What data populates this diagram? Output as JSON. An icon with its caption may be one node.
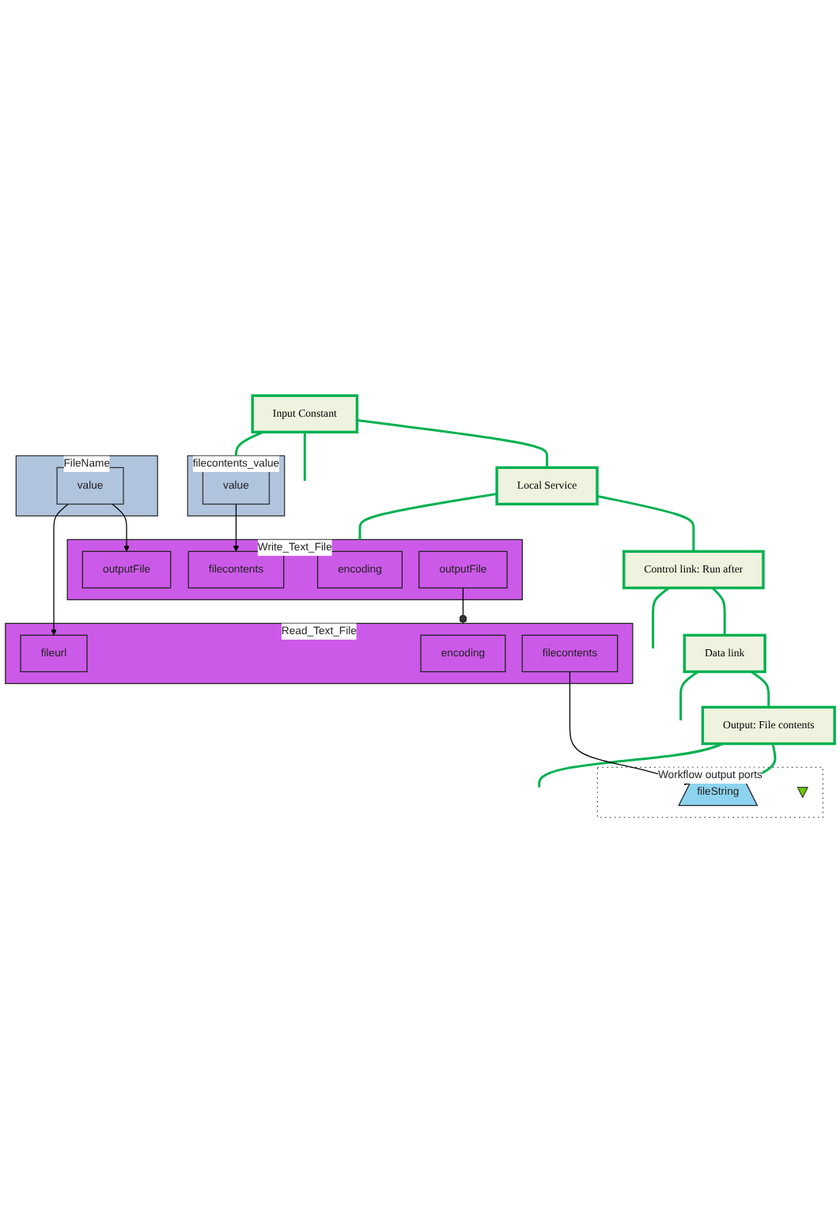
{
  "diagram": {
    "nodes": [
      {
        "text": [
          "Input Constant"
        ]
      },
      {
        "text": [
          "Local Service"
        ]
      },
      {
        "text": [
          "Control link: Run after"
        ]
      },
      {
        "text": [
          "Data link"
        ]
      },
      {
        "text": [
          "Output: File contents"
        ]
      },
      {
        "text": [
          "filecontents_value"
        ]
      },
      {
        "text": [
          "value"
        ],
        "in": 5
      },
      {
        "text": [
          "FileName"
        ]
      },
      {
        "text": [
          "value"
        ],
        "in": 7
      },
      {
        "text": [
          "Write_Text_File"
        ]
      },
      {
        "text": [
          "encoding"
        ],
        "in": 9
      },
      {
        "text": [
          "filecontents"
        ],
        "in": 9
      },
      {
        "text": [
          "outputFile"
        ],
        "in": 9
      },
      {
        "text": [
          "outputFile"
        ],
        "in": 9
      },
      {
        "text": [
          "Read_Text_File"
        ]
      },
      {
        "text": [
          "encoding"
        ],
        "in": 14
      },
      {
        "text": [
          "fileurl"
        ],
        "in": 14
      },
      {
        "text": [
          "filecontents"
        ],
        "in": 14
      },
      {
        "text": [
          "Workflow output ports"
        ]
      },
      {
        "text": [
          "fileString"
        ],
        "in": 18
      },
      {
        "text": [],
        "shape": "triangle",
        "in": 18
      }
    ],
    "edges": [
      {
        "from": 0,
        "to": 1,
        "arrow": "none"
      },
      {
        "from": 1,
        "to": 2,
        "arrow": "none"
      },
      {
        "from": 2,
        "to": 3,
        "arrow": "none"
      },
      {
        "from": 3,
        "to": 4,
        "arrow": "none"
      },
      {
        "from": 0,
        "to": 5,
        "arrow": "none"
      },
      {
        "from": 0,
        "to": null,
        "arrow": "none"
      },
      {
        "from": 1,
        "to": 9,
        "arrow": "none"
      },
      {
        "from": 2,
        "to": null,
        "arrow": "none"
      },
      {
        "from": 3,
        "to": null,
        "arrow": "none"
      },
      {
        "from": 4,
        "to": 19,
        "arrow": "none"
      },
      {
        "from": 4,
        "to": null,
        "arrow": "none"
      },
      {
        "from": 6,
        "to": 11,
        "arrow": "to",
        "color": "#000000"
      },
      {
        "from": 8,
        "to": 12,
        "arrow": "to",
        "color": "#000000"
      },
      {
        "from": 8,
        "to": 16,
        "arrow": "to",
        "color": "#000000"
      },
      {
        "from": 13,
        "to": 14,
        "arrow": "other",
        "color": "#000000"
      },
      {
        "from": 17,
        "to": 19,
        "arrow": "to",
        "color": "#000000"
      }
    ]
  }
}
